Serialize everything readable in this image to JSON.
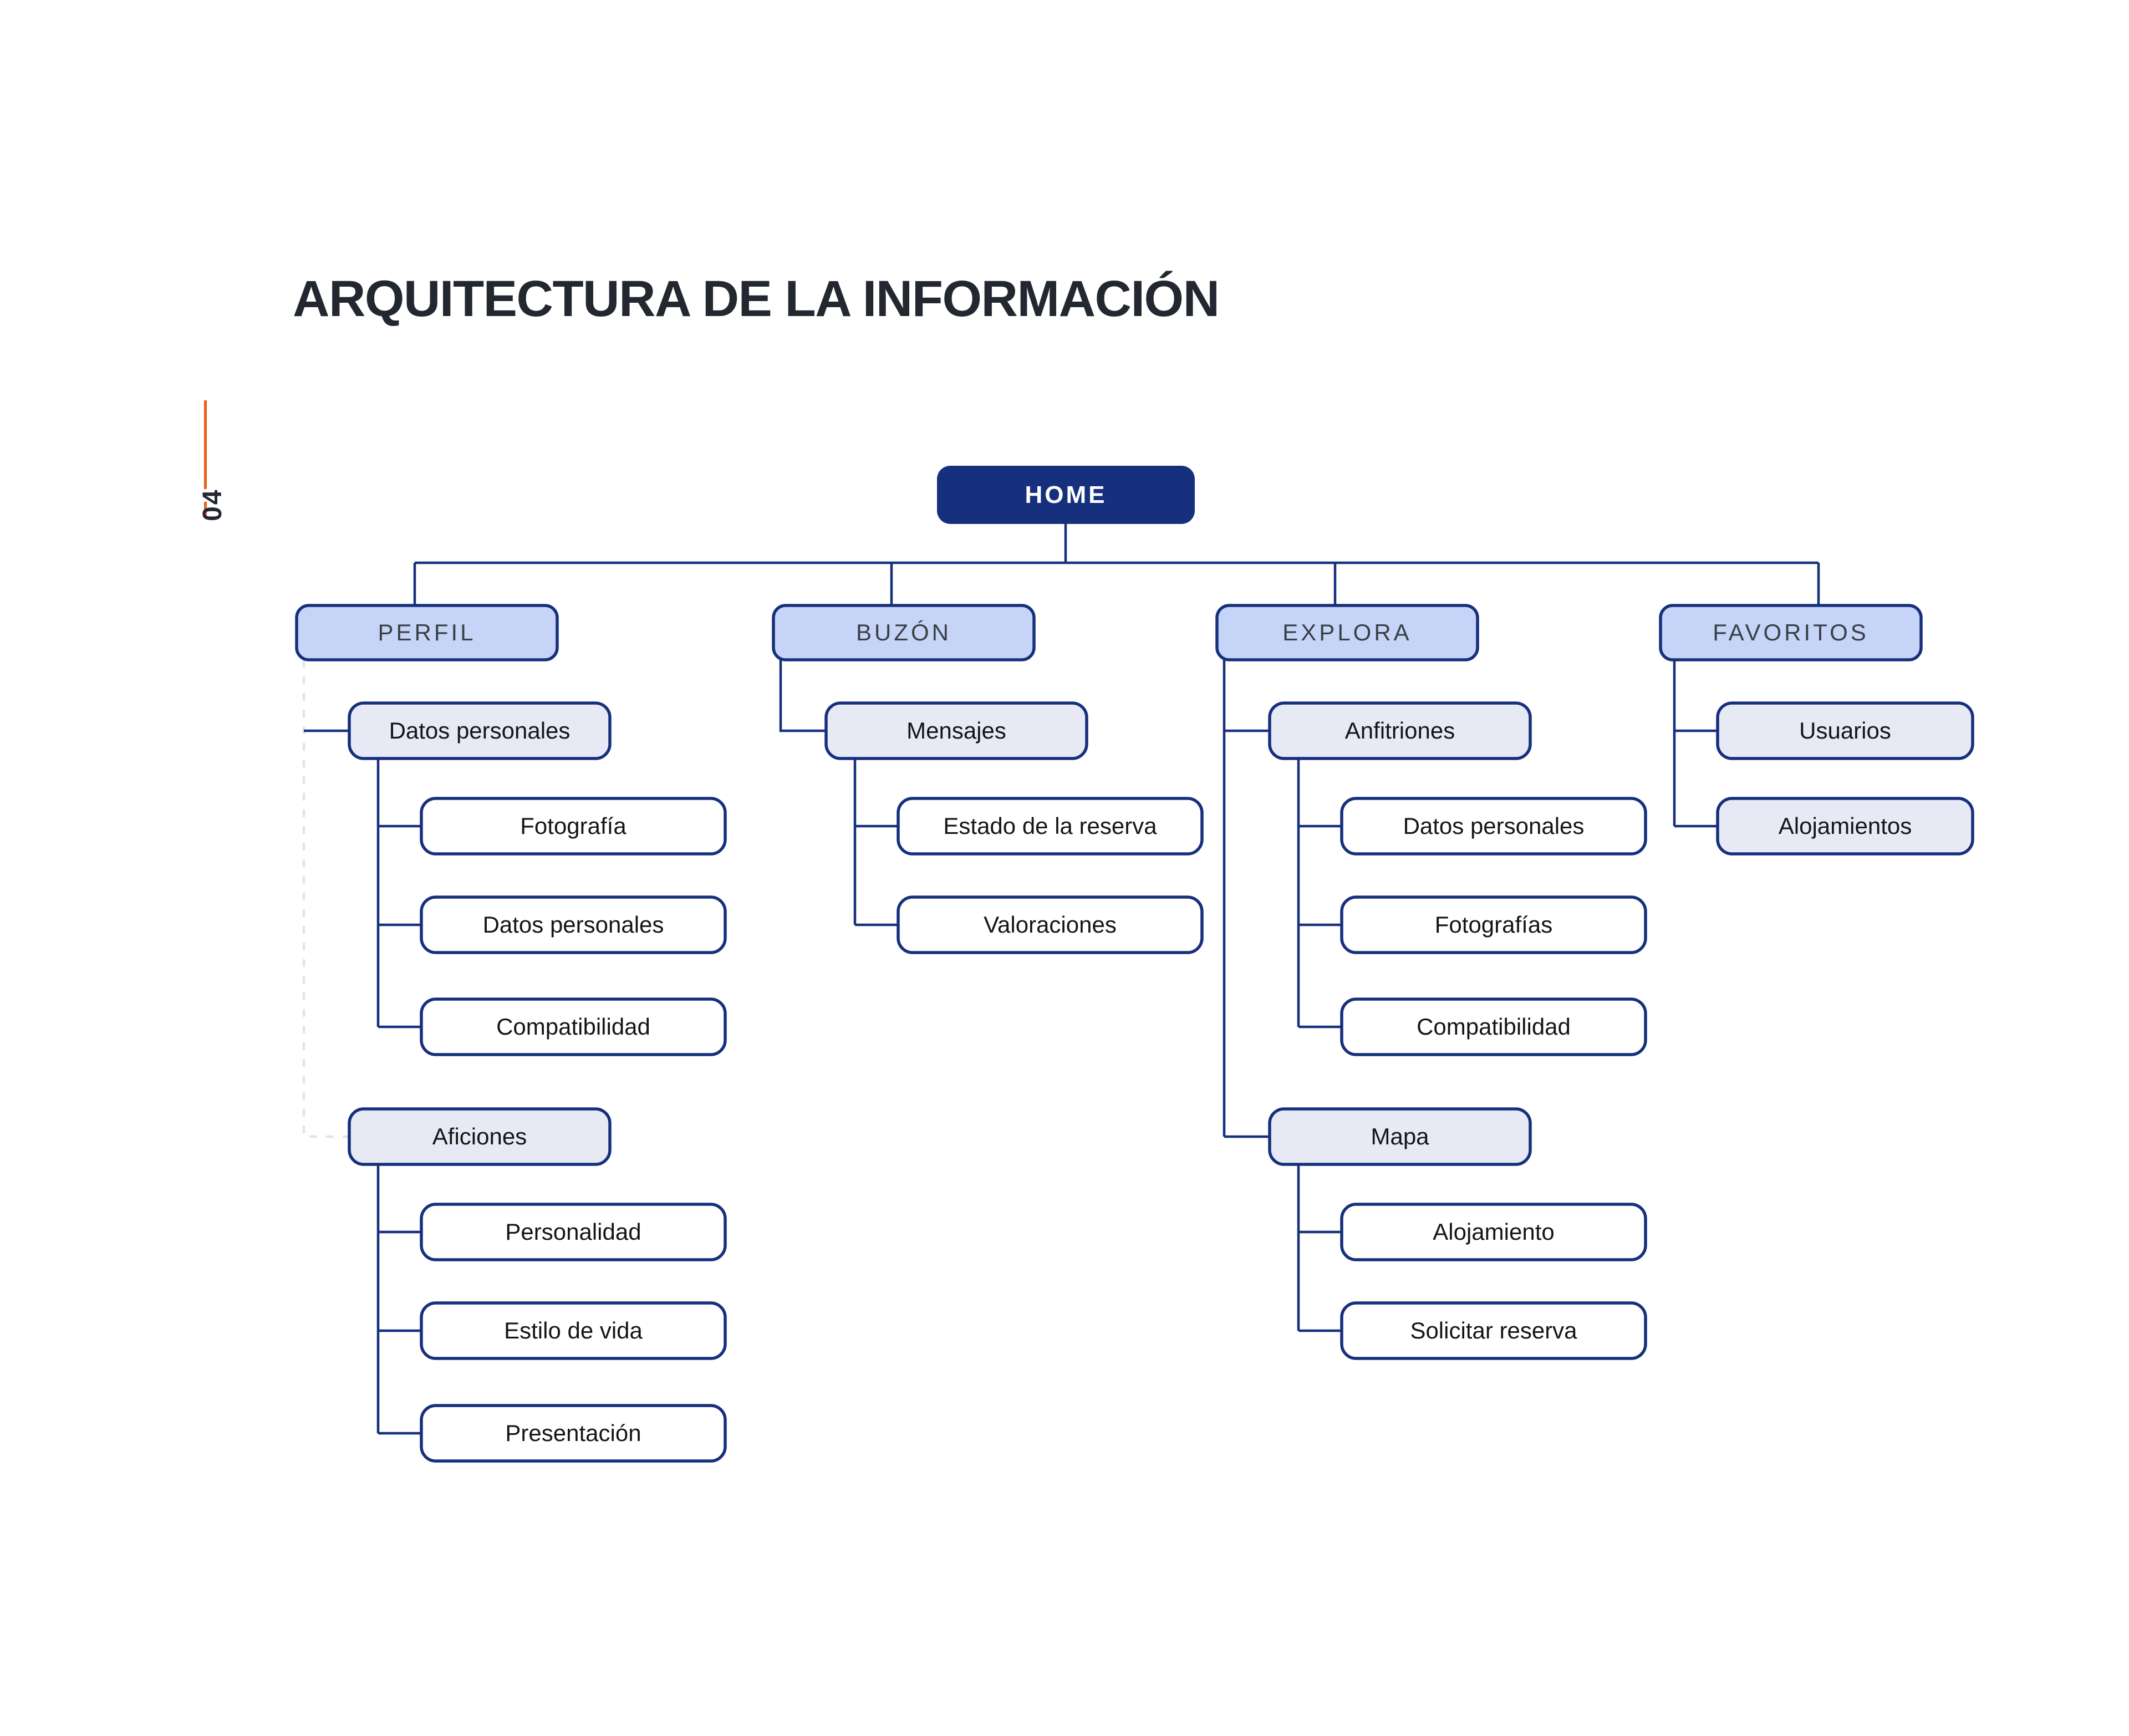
{
  "page": {
    "title": "ARQUITECTURA DE LA INFORMACIÓN",
    "number": "04",
    "accent_color": "#e8601c",
    "background": "#ffffff"
  },
  "palette": {
    "root_fill": "#17307e",
    "root_text": "#ffffff",
    "level2_fill": "#c6d4f7",
    "level3_fill": "#e7eaf4",
    "level4_fill": "#ffffff",
    "border": "#16307d",
    "connector": "#16307d",
    "dashed_connector": "#e3e7f2",
    "text_dark": "#131517"
  },
  "tree": {
    "root": {
      "label": "HOME",
      "level": 1
    },
    "sections": [
      {
        "label": "PERFIL",
        "level": 2,
        "children": [
          {
            "label": "Datos personales",
            "level": 3,
            "connector": "solid",
            "children": [
              {
                "label": "Fotografía",
                "level": 4
              },
              {
                "label": "Datos personales",
                "level": 4
              },
              {
                "label": "Compatibilidad",
                "level": 4
              }
            ]
          },
          {
            "label": "Aficiones",
            "level": 3,
            "connector": "dashed",
            "children": [
              {
                "label": "Personalidad",
                "level": 4
              },
              {
                "label": "Estilo de vida",
                "level": 4
              },
              {
                "label": "Presentación",
                "level": 4
              }
            ]
          }
        ]
      },
      {
        "label": "BUZÓN",
        "level": 2,
        "children": [
          {
            "label": "Mensajes",
            "level": 3,
            "connector": "solid",
            "children": [
              {
                "label": "Estado de la reserva",
                "level": 4
              },
              {
                "label": "Valoraciones",
                "level": 4
              }
            ]
          }
        ]
      },
      {
        "label": "EXPLORA",
        "level": 2,
        "children": [
          {
            "label": "Anfitriones",
            "level": 3,
            "connector": "solid",
            "children": [
              {
                "label": "Datos personales",
                "level": 4
              },
              {
                "label": "Fotografías",
                "level": 4
              },
              {
                "label": "Compatibilidad",
                "level": 4
              }
            ]
          },
          {
            "label": "Mapa",
            "level": 3,
            "connector": "solid",
            "children": [
              {
                "label": "Alojamiento",
                "level": 4
              },
              {
                "label": "Solicitar reserva",
                "level": 4
              }
            ]
          }
        ]
      },
      {
        "label": "FAVORITOS",
        "level": 2,
        "children": [
          {
            "label": "Usuarios",
            "level": 3,
            "connector": "solid",
            "children": []
          },
          {
            "label": "Alojamientos",
            "level": 3,
            "connector": "solid",
            "children": []
          }
        ]
      }
    ]
  },
  "nodes": {
    "home": {
      "label": "HOME"
    },
    "perfil": {
      "label": "PERFIL"
    },
    "buzon": {
      "label": "BUZÓN"
    },
    "explora": {
      "label": "EXPLORA"
    },
    "favoritos": {
      "label": "FAVORITOS"
    },
    "p_datos": {
      "label": "Datos personales"
    },
    "p_fotografia": {
      "label": "Fotografía"
    },
    "p_datos2": {
      "label": "Datos personales"
    },
    "p_compatibilidad": {
      "label": "Compatibilidad"
    },
    "p_aficiones": {
      "label": "Aficiones"
    },
    "p_personalidad": {
      "label": "Personalidad"
    },
    "p_estilo": {
      "label": "Estilo de vida"
    },
    "p_presentacion": {
      "label": "Presentación"
    },
    "b_mensajes": {
      "label": "Mensajes"
    },
    "b_estado": {
      "label": "Estado de la reserva"
    },
    "b_valoraciones": {
      "label": "Valoraciones"
    },
    "e_anfitriones": {
      "label": "Anfitriones"
    },
    "e_datos": {
      "label": "Datos personales"
    },
    "e_fotografias": {
      "label": "Fotografías"
    },
    "e_compatibilidad": {
      "label": "Compatibilidad"
    },
    "e_mapa": {
      "label": "Mapa"
    },
    "e_alojamiento": {
      "label": "Alojamiento"
    },
    "e_solicitar": {
      "label": "Solicitar reserva"
    },
    "f_usuarios": {
      "label": "Usuarios"
    },
    "f_alojamientos": {
      "label": "Alojamientos"
    }
  }
}
